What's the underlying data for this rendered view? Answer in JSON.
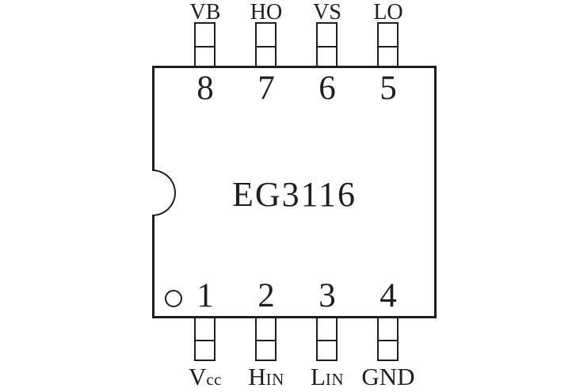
{
  "diagram": {
    "chip_title": "EG3116",
    "package_pin_count": "8",
    "top_pins": [
      {
        "number": "8",
        "label": "VB"
      },
      {
        "number": "7",
        "label": "HO"
      },
      {
        "number": "6",
        "label": "VS"
      },
      {
        "number": "5",
        "label": "LO"
      }
    ],
    "bottom_pins": [
      {
        "number": "1",
        "label": "Vcc",
        "label_main": "V",
        "label_sub": "cc"
      },
      {
        "number": "2",
        "label": "HIN",
        "label_main": "H",
        "label_sub": "IN"
      },
      {
        "number": "3",
        "label": "LIN",
        "label_main": "L",
        "label_sub": "IN"
      },
      {
        "number": "4",
        "label": "GND",
        "label_main": "GND",
        "label_sub": ""
      }
    ],
    "colors": {
      "line": "#1f1f1f",
      "text": "#1f1f1f",
      "background": "#ffffff"
    }
  }
}
